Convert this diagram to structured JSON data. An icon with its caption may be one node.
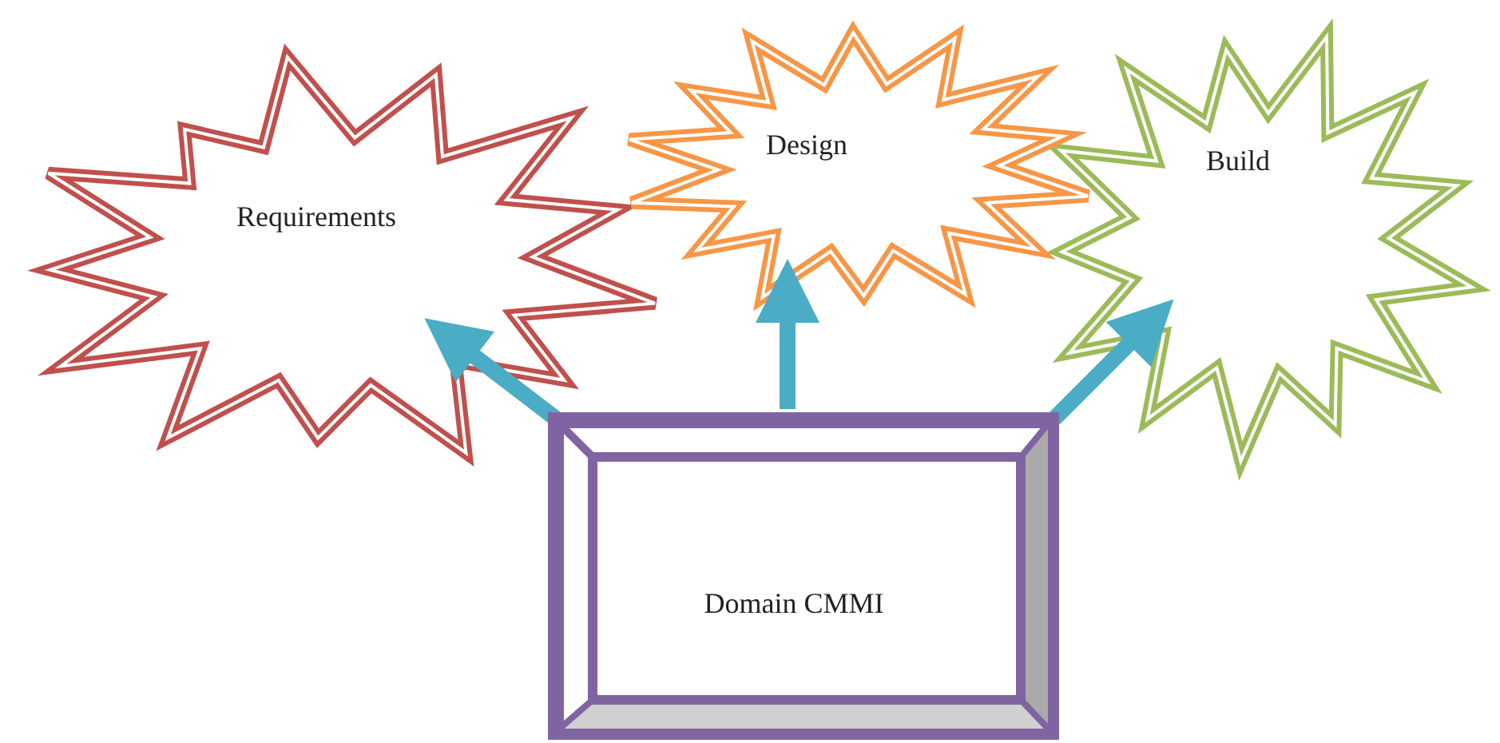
{
  "diagram": {
    "nodes": [
      {
        "text": [
          "Requirements"
        ]
      },
      {
        "text": [
          "Design"
        ]
      },
      {
        "text": [
          "Build"
        ]
      },
      {
        "text": [
          "Domain CMMI"
        ]
      }
    ],
    "edges": [
      {
        "from": 3,
        "to": 0,
        "arrow": "to"
      },
      {
        "from": 3,
        "to": 1,
        "arrow": "to"
      },
      {
        "from": 3,
        "to": 2,
        "arrow": "to"
      }
    ]
  }
}
